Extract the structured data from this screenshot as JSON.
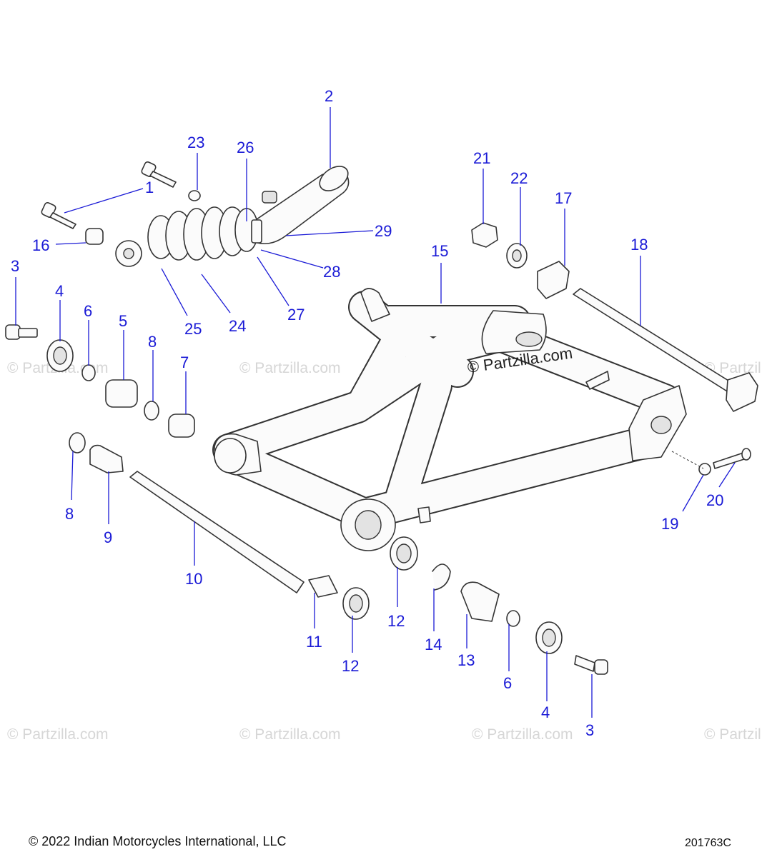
{
  "watermark": {
    "main": "© Partzilla.com",
    "repeat": "© Partzilla.com"
  },
  "footer": {
    "copyright": "© 2022 Indian Motorcycles International, LLC",
    "reference": "201763C"
  },
  "callouts": {
    "c1": "1",
    "c2": "2",
    "c3a": "3",
    "c3b": "3",
    "c4a": "4",
    "c4b": "4",
    "c5": "5",
    "c6a": "6",
    "c6b": "6",
    "c7": "7",
    "c8a": "8",
    "c8b": "8",
    "c9": "9",
    "c10": "10",
    "c11": "11",
    "c12a": "12",
    "c12b": "12",
    "c13": "13",
    "c14": "14",
    "c15": "15",
    "c16": "16",
    "c17": "17",
    "c18": "18",
    "c19": "19",
    "c20": "20",
    "c21": "21",
    "c22": "22",
    "c23": "23",
    "c24": "24",
    "c25": "25",
    "c26": "26",
    "c27": "27",
    "c28": "28",
    "c29": "29"
  },
  "colors": {
    "callout": "#1a1ad6",
    "line_art": "#333333",
    "watermark": "#d6d6d6"
  }
}
